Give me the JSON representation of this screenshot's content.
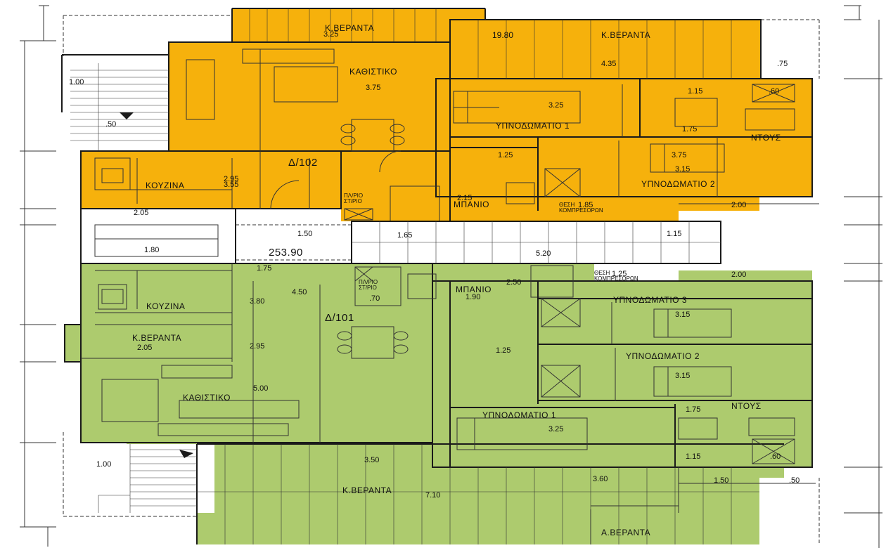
{
  "colors": {
    "upper_unit": "#F6B10C",
    "lower_unit": "#ADCB6E",
    "walls": "#1a1a1a",
    "lines": "#333333",
    "background": "#FFFFFF"
  },
  "labels": {
    "k_veranta_top_left": "Κ.ΒΕΡΑΝΤΑ",
    "k_veranta_top_right": "Κ.ΒΕΡΑΝΤΑ",
    "kathistiko_top": "ΚΑΘΙΣΤΙΚΟ",
    "ypnodomatio_1_top": "ΥΠΝΟΔΩΜΑΤΙΟ 1",
    "ntous_top": "ΝΤΟΥΣ",
    "unit_top": "Δ/102",
    "kouzina_top": "ΚΟΥΖΙΝΑ",
    "ypnodomatio_2_top": "ΥΠΝΟΔΩΜΑΤΙΟ 2",
    "mpanio_top": "ΜΠΑΝΙΟ",
    "pl_top": "ΠΛ/ΡΙΟ",
    "st_top": "ΣΤ/ΡΙΟ",
    "thesi_top": "ΘΕΣΗ",
    "kompresoron_top": "ΚΟΜΠΡΕΣΟΡΩΝ",
    "common_area": "253.90",
    "kouzina_bottom": "ΚΟΥΖΙΝΑ",
    "mpanio_bottom": "ΜΠΑΝΙΟ",
    "pl_bottom": "ΠΛ/ΡΙΟ",
    "st_bottom": "ΣΤ/ΡΙΟ",
    "thesi_bottom": "ΘΕΣΗ",
    "kompresoron_bottom": "ΚΟΜΠΡΕΣΟΡΩΝ",
    "ypnodomatio_3_bottom": "ΥΠΝΟΔΩΜΑΤΙΟ 3",
    "unit_bottom": "Δ/101",
    "k_veranta_mid": "Κ.ΒΕΡΑΝΤΑ",
    "ypnodomatio_2_bottom": "ΥΠΝΟΔΩΜΑΤΙΟ 2",
    "kathistiko_bottom": "ΚΑΘΙΣΤΙΚΟ",
    "ypnodomatio_1_bottom": "ΥΠΝΟΔΩΜΑΤΙΟ 1",
    "ntous_bottom": "ΝΤΟΥΣ",
    "k_veranta_bottom": "Κ.ΒΕΡΑΝΤΑ",
    "a_veranta_bottom": "Α.ΒΕΡΑΝΤΑ"
  },
  "dimensions": {
    "d_325_top": "3.25",
    "d_1980": "19.80",
    "d_100_left": "1.00",
    "d_375": "3.75",
    "d_435": "4.35",
    "d_075": ".75",
    "d_115_top": "1.15",
    "d_060_top": ".60",
    "d_325_bed1": "3.25",
    "d_050_top": ".50",
    "d_175_top": "1.75",
    "d_125_top": "1.25",
    "d_375_b": "3.75",
    "d_295_top": "2.95",
    "d_355": "3.55",
    "d_315_top": "3.15",
    "d_215": "2.15",
    "d_185": "1.85",
    "d_205_top": "2.05",
    "d_200_right_top": "2.00",
    "d_150": "1.50",
    "d_165": "1.65",
    "d_115_corr": "1.15",
    "d_180": "1.80",
    "d_520": "5.20",
    "d_175_b": "1.75",
    "d_125_b": "1.25",
    "d_250": "2.50",
    "d_200_right_b": "2.00",
    "d_450": "4.50",
    "d_380": "3.80",
    "d_070": ".70",
    "d_190": "1.90",
    "d_315_b3": "3.15",
    "d_205_b": "2.05",
    "d_295_b": "2.95",
    "d_125_b2": "1.25",
    "d_315_b2": "3.15",
    "d_500": "5.00",
    "d_175_b2": "1.75",
    "d_325_b1": "3.25",
    "d_100_b": "1.00",
    "d_115_b": "1.15",
    "d_060_b": ".60",
    "d_350": "3.50",
    "d_360": "3.60",
    "d_150_b": "1.50",
    "d_050_b": ".50",
    "d_710": "7.10"
  }
}
